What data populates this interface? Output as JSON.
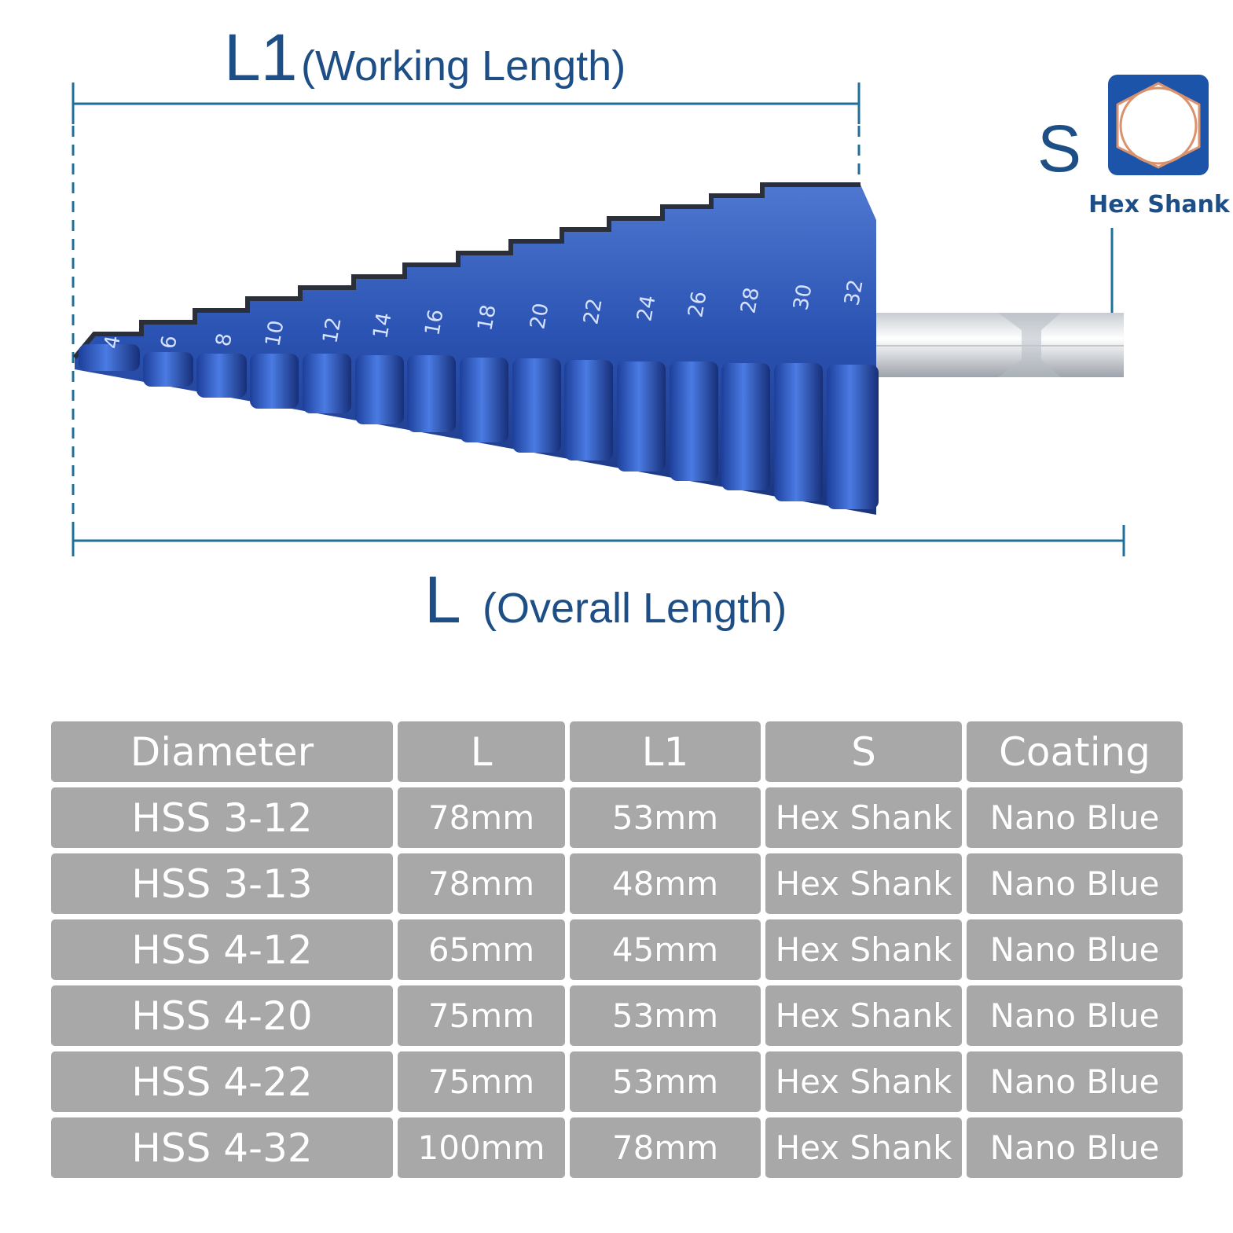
{
  "diagram": {
    "working_length": {
      "symbol": "L1",
      "label": "(Working Length)"
    },
    "overall_length": {
      "symbol": "L",
      "label": "(Overall Length)"
    },
    "shank": {
      "symbol": "S",
      "label": "Hex Shank"
    },
    "step_markings": [
      "4",
      "6",
      "8",
      "10",
      "12",
      "14",
      "16",
      "18",
      "20",
      "22",
      "24",
      "26",
      "28",
      "30",
      "32"
    ],
    "colors": {
      "dimension_line": "#1f6f9b",
      "text": "#1d4f86",
      "bit_blue": "#2e56b8",
      "icon_blue": "#1b54a8",
      "icon_copper": "#d9926c",
      "table_cell": "#a8a8a8"
    }
  },
  "table": {
    "headers": [
      "Diameter",
      "L",
      "L1",
      "S",
      "Coating"
    ],
    "rows": [
      [
        "HSS  3-12",
        "78mm",
        "53mm",
        "Hex Shank",
        "Nano Blue"
      ],
      [
        "HSS  3-13",
        "78mm",
        "48mm",
        "Hex Shank",
        "Nano Blue"
      ],
      [
        "HSS  4-12",
        "65mm",
        "45mm",
        "Hex Shank",
        "Nano Blue"
      ],
      [
        "HSS  4-20",
        "75mm",
        "53mm",
        "Hex Shank",
        "Nano Blue"
      ],
      [
        "HSS  4-22",
        "75mm",
        "53mm",
        "Hex Shank",
        "Nano Blue"
      ],
      [
        "HSS  4-32",
        "100mm",
        "78mm",
        "Hex Shank",
        "Nano Blue"
      ]
    ]
  }
}
